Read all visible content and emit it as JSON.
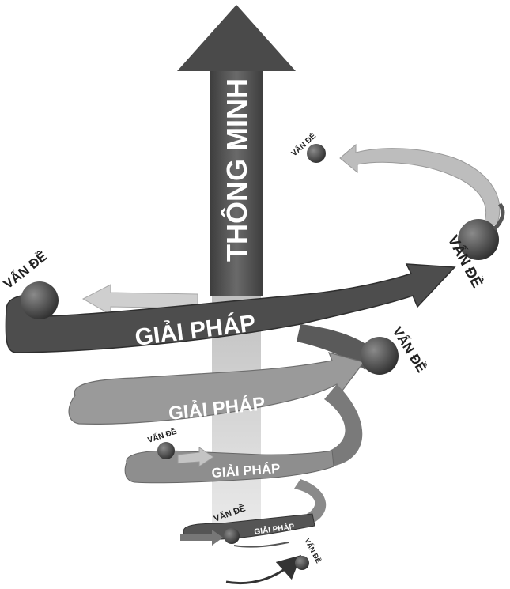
{
  "diagram": {
    "main_arrow_label": "THÔNG MINH",
    "solution_label": "GIẢI PHÁP",
    "problem_label": "VẤN ĐỀ",
    "colors": {
      "main_arrow": "#595959",
      "ribbon_dark": "#4f4f4f",
      "ribbon_mid": "#8a8a8a",
      "ribbon_light": "#c9c9c9",
      "ball": "#555555",
      "background": "#ffffff"
    }
  }
}
